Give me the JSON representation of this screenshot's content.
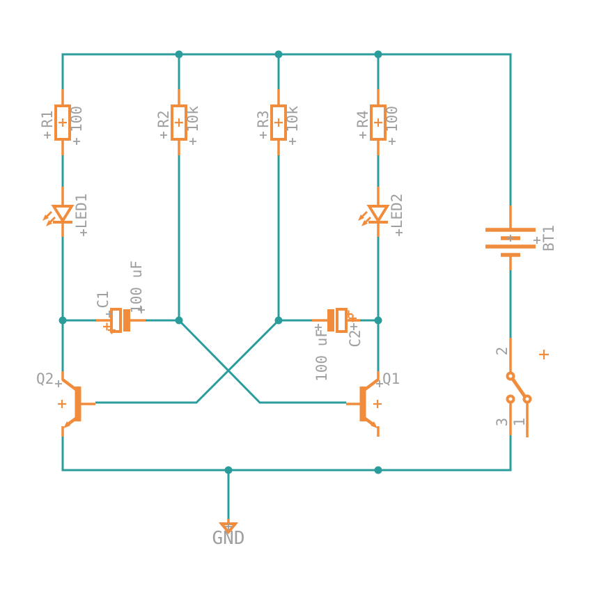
{
  "colors": {
    "wire": "#2b9c9c",
    "component": "#f08c3c",
    "label": "#9f9f9f",
    "background": "#ffffff"
  },
  "components": {
    "resistors": [
      {
        "ref": "R1",
        "value": "100"
      },
      {
        "ref": "R2",
        "value": "10k"
      },
      {
        "ref": "R3",
        "value": "10k"
      },
      {
        "ref": "R4",
        "value": "100"
      }
    ],
    "leds": [
      {
        "ref": "LED1"
      },
      {
        "ref": "LED2"
      }
    ],
    "capacitors": [
      {
        "ref": "C1",
        "value": "100 uF"
      },
      {
        "ref": "C2",
        "value": "100 uF"
      }
    ],
    "transistors": [
      {
        "ref": "Q1"
      },
      {
        "ref": "Q2"
      }
    ],
    "battery": {
      "ref": "BT1"
    },
    "switch": {
      "pin_top": "2",
      "pin_bottom_left": "3",
      "pin_bottom_right": "1"
    },
    "ground": {
      "label": "GND"
    }
  }
}
